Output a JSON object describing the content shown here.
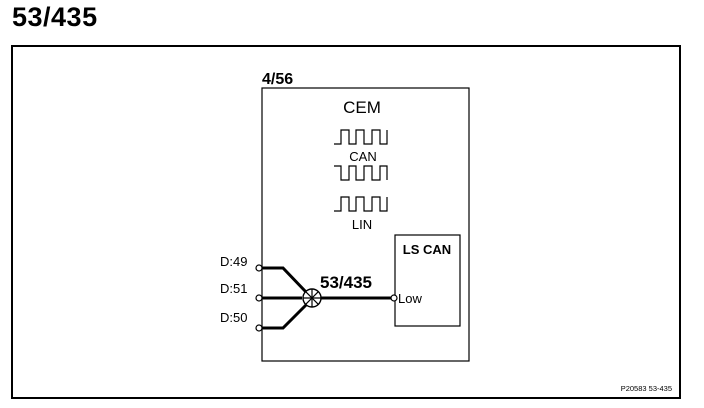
{
  "page_title": "53/435",
  "module": {
    "ref": "4/56",
    "name": "CEM"
  },
  "signals": {
    "can_label": "CAN",
    "lin_label": "LIN"
  },
  "connector_pins": [
    "D:49",
    "D:51",
    "D:50"
  ],
  "splice_ref": "53/435",
  "ls_can_box": {
    "title": "LS CAN",
    "port_label": "Low"
  },
  "figure_id": "P20583  53-435"
}
